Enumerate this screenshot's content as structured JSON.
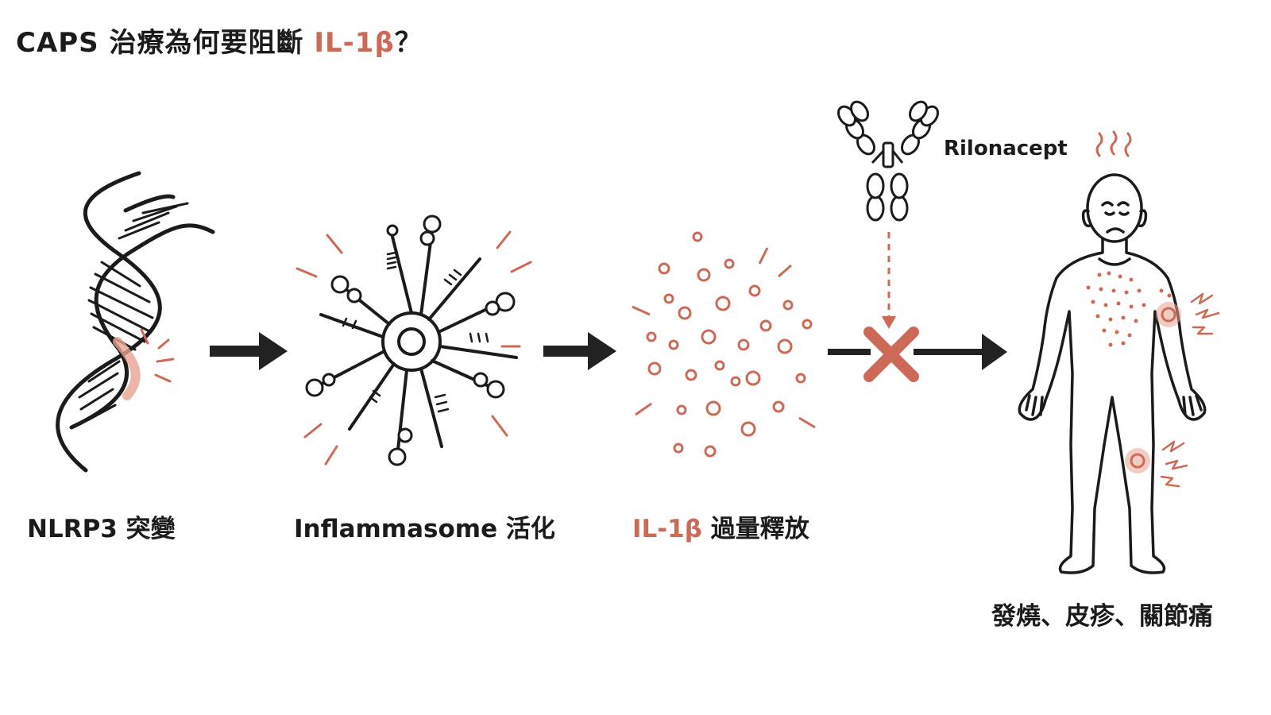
{
  "title": {
    "prefix": "CAPS 治療為何要阻斷 ",
    "accent": "IL-1β",
    "suffix": "？"
  },
  "steps": [
    {
      "label": "NLRP3 突變",
      "icon": "dna-helix-icon"
    },
    {
      "label": "Inflammasome 活化",
      "icon": "inflammasome-complex-icon"
    },
    {
      "label_accent": "IL-1β",
      "label_rest": " 過量釋放",
      "icon": "cytokine-particles-icon"
    },
    {
      "label": "發燒、皮疹、關節痛",
      "icon": "human-body-icon"
    }
  ],
  "blocker": {
    "label": "Rilonacept",
    "icon": "antibody-icon",
    "block_icon": "block-x-icon"
  },
  "colors": {
    "accent": "#cd6a57",
    "ink": "#1b1b1b",
    "arrow": "#222222"
  }
}
